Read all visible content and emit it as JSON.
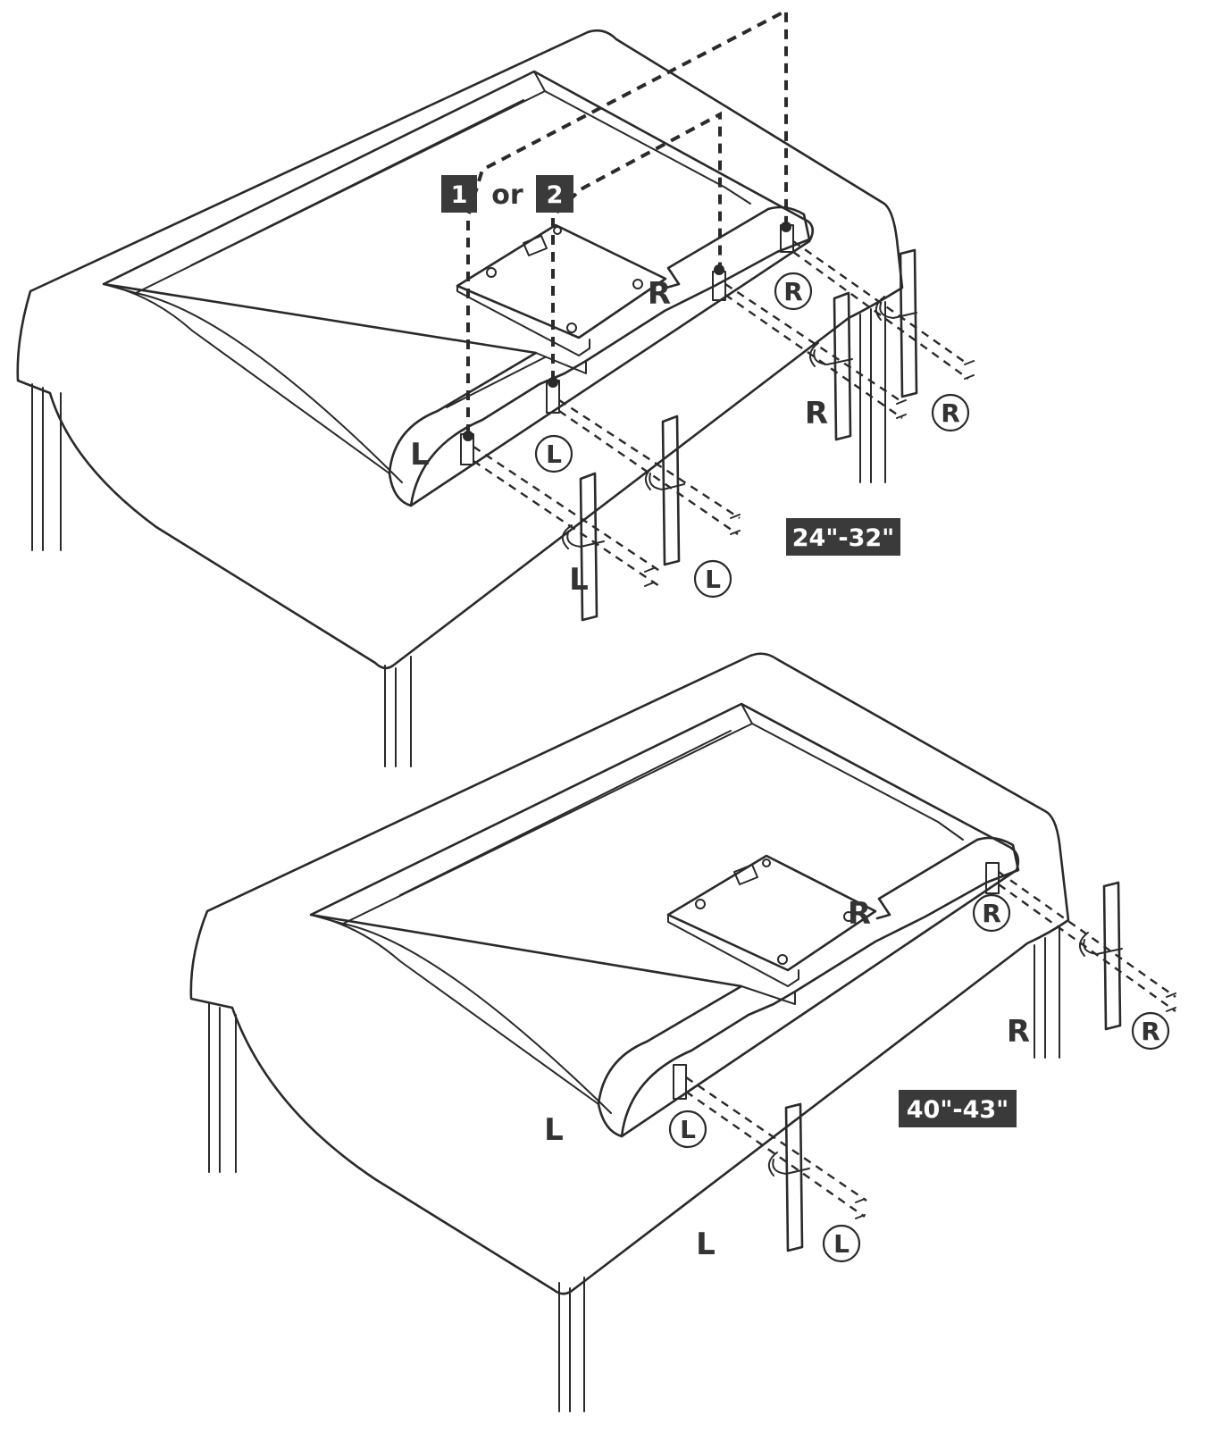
{
  "step_badges": {
    "one": "1",
    "or": "or",
    "two": "2"
  },
  "size_labels": {
    "top": "24\"-32\"",
    "bottom": "40\"-43\""
  },
  "labels": {
    "left": "L",
    "right": "R",
    "left_circled": "L",
    "right_circled": "R"
  },
  "colors": {
    "line": "#2a2a2a",
    "badge": "#3a3a3a",
    "badge_text": "#ffffff"
  },
  "icons": [
    "tv-back",
    "stand-leg",
    "screw",
    "table"
  ]
}
